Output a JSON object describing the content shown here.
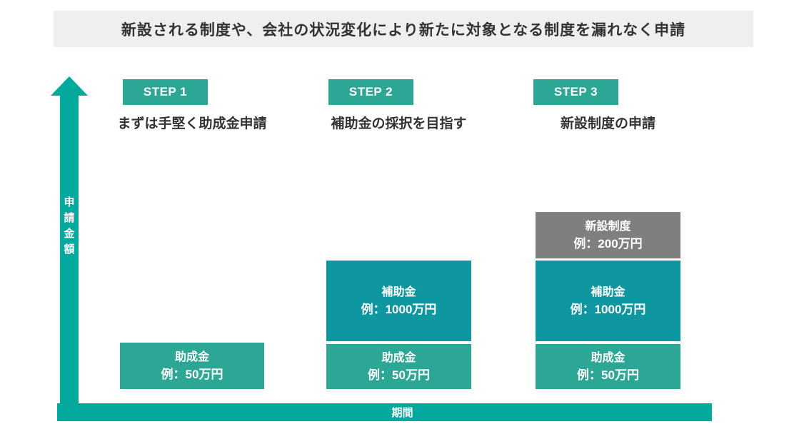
{
  "title": "新設される制度や、会社の状況変化により新たに対象となる制度を漏れなく申請",
  "axes": {
    "y_label": "申請金額",
    "x_label": "期間"
  },
  "colors": {
    "axis_teal": "#03A99D",
    "badge_teal": "#2CA695",
    "grant_teal": "#2CA695",
    "subsidy_teal": "#0E96A1",
    "new_program_gray": "#7F7F7F",
    "title_bg": "#EFEFEF",
    "title_text": "#333333"
  },
  "steps": [
    {
      "badge": "STEP 1",
      "description": "まずは手堅く助成金申請",
      "boxes": [
        {
          "label": "助成金",
          "example": "例：50万円"
        }
      ]
    },
    {
      "badge": "STEP 2",
      "description": "補助金の採択を目指す",
      "boxes": [
        {
          "label": "補助金",
          "example": "例：1000万円"
        },
        {
          "label": "助成金",
          "example": "例：50万円"
        }
      ]
    },
    {
      "badge": "STEP 3",
      "description": "新設制度の申請",
      "boxes": [
        {
          "label": "新設制度",
          "example": "例：200万円"
        },
        {
          "label": "補助金",
          "example": "例：1000万円"
        },
        {
          "label": "助成金",
          "example": "例：50万円"
        }
      ]
    }
  ]
}
